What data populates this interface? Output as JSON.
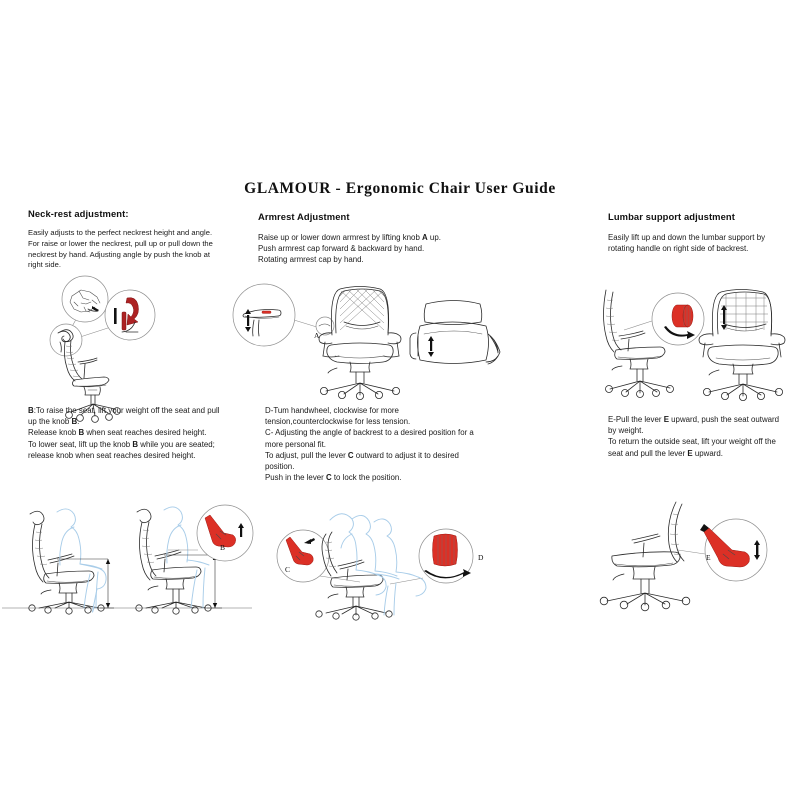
{
  "document": {
    "title": "GLAMOUR - Ergonomic Chair User Guide"
  },
  "sections": {
    "neckrest": {
      "heading": "Neck-rest adjustment:",
      "body": "Easily adjusts to the perfect neckrest height and angle. For  raise or lower the neckrest, pull up or pull down the neckrest by hand. Adjusting angle by push the knob at right side."
    },
    "armrest": {
      "heading": "Armrest Adjustment",
      "line1": "Raise up or lower down armrest by lifting knob A up.",
      "line2": "Push armrest cap forward & backward by hand.",
      "line3": "Rotating armrest cap by hand.",
      "callout_label": "A"
    },
    "lumbar": {
      "heading": "Lumbar support adjustment",
      "body": "Easily lift up and down the lumbar support by rotating handle on right side of backrest."
    },
    "seat_height": {
      "line1": "B:To raise the seat, lift your weight off the seat and pull up the knob B.",
      "line2": "Release knob B when seat reaches desired height.",
      "line3": "To lower seat, lift up the knob B while you are seated; release knob when seat reaches desired height.",
      "callout_label": "B"
    },
    "tension_recline": {
      "line1": "D-Tum handwheel, clockwise for more tension,counterclockwise for less tension.",
      "line2": "C- Adjusting the angle of backrest to a desired position for a more personal fit.",
      "line3": "To adjust, pull the lever C outward to adjust it to desired position.",
      "line4": "Push in the lever C to lock the position.",
      "callout_label_c": "C",
      "callout_label_d": "D"
    },
    "seat_depth": {
      "line1": "E-Pull the lever E upward, push the seat outward by weight.",
      "line2": "To return the outside seat, lift your weight off the seat and pull the lever E upward.",
      "callout_label": "E"
    }
  },
  "colors": {
    "page_background": "#ffffff",
    "text": "#1a1a1a",
    "line_art": "#2b2b2b",
    "accent_red_dark": "#ad2223",
    "accent_red_bright": "#dc3026",
    "human_silhouette_blue": "#a9cde9",
    "callout_circle_stroke": "#8d8d8d"
  },
  "icons": {
    "neckrest_hand": "hand-pushing-knob-icon",
    "neckrest_arrow": "rotate-arrow-icon",
    "armrest_updown": "up-down-arrow-icon",
    "lumbar_knob": "rotating-knob-icon",
    "seat_height_lever": "lever-up-icon",
    "recline_lever": "lever-pull-icon",
    "tension_wheel": "handwheel-rotate-icon",
    "seat_depth_lever": "lever-up-down-icon"
  }
}
